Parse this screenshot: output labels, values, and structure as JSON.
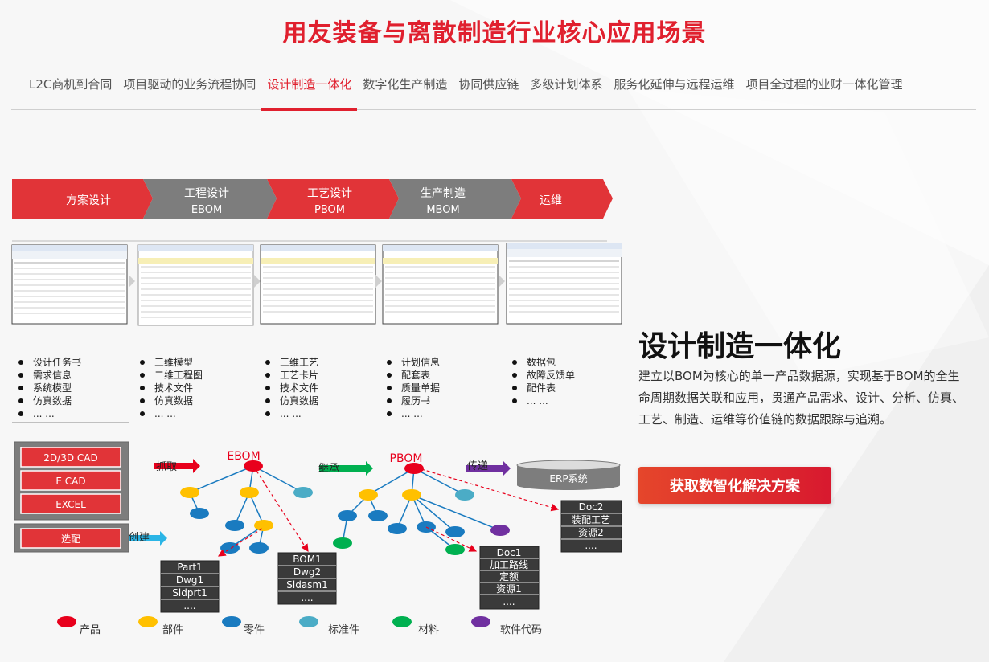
{
  "page_title": "用友装备与离散制造行业核心应用场景",
  "tabs": [
    {
      "label": "L2C商机到合同",
      "active": false
    },
    {
      "label": "项目驱动的业务流程协同",
      "active": false
    },
    {
      "label": "设计制造一体化",
      "active": true
    },
    {
      "label": "数字化生产制造",
      "active": false
    },
    {
      "label": "协同供应链",
      "active": false
    },
    {
      "label": "多级计划体系",
      "active": false
    },
    {
      "label": "服务化延伸与远程运维",
      "active": false
    },
    {
      "label": "项目全过程的业财一体化管理",
      "active": false
    }
  ],
  "colors": {
    "accent": "#e0202e",
    "stage_red": "#e13438",
    "stage_gray": "#7d7d7d"
  },
  "diagram": {
    "stages": [
      {
        "line1": "方案设计",
        "line2": "",
        "color": "red"
      },
      {
        "line1": "工程设计",
        "line2": "EBOM",
        "color": "gray"
      },
      {
        "line1": "工艺设计",
        "line2": "PBOM",
        "color": "red"
      },
      {
        "line1": "生产制造",
        "line2": "MBOM",
        "color": "gray"
      },
      {
        "line1": "运维",
        "line2": "",
        "color": "red"
      }
    ],
    "bullet_groups": [
      [
        "设计任务书",
        "需求信息",
        "系统模型",
        "仿真数据",
        "... ..."
      ],
      [
        "三维模型",
        "二维工程图",
        "技术文件",
        "仿真数据",
        "... ..."
      ],
      [
        "三维工艺",
        "工艺卡片",
        "技术文件",
        "仿真数据",
        "... ..."
      ],
      [
        "计划信息",
        "配套表",
        "质量单据",
        "履历书",
        "... ..."
      ],
      [
        "数据包",
        "故障反馈单",
        "配件表",
        "... ..."
      ]
    ],
    "tools": [
      "2D/3D CAD",
      "E CAD",
      "EXCEL"
    ],
    "tool_select": "选配",
    "arrow_labels": {
      "grab": "抓取",
      "inherit": "继承",
      "transfer": "传递",
      "create": "创建"
    },
    "ebom_label": "EBOM",
    "pbom_label": "PBOM",
    "erp_label": "ERP系统",
    "doc_boxes": {
      "part": [
        "Part1",
        "Dwg1",
        "Sldprt1",
        "...."
      ],
      "bom": [
        "BOM1",
        "Dwg2",
        "Sldasm1",
        "...."
      ],
      "doc1": [
        "Doc1",
        "加工路线",
        "定额",
        "资源1",
        "...."
      ],
      "doc2": [
        "Doc2",
        "装配工艺",
        "资源2",
        "...."
      ]
    },
    "legend": [
      {
        "label": "产品",
        "color": "#e8001c"
      },
      {
        "label": "部件",
        "color": "#ffc000"
      },
      {
        "label": "零件",
        "color": "#1a7bc0"
      },
      {
        "label": "标准件",
        "color": "#4bacc6"
      },
      {
        "label": "材料",
        "color": "#00b050"
      },
      {
        "label": "软件代码",
        "color": "#7030a0"
      }
    ]
  },
  "sidebar": {
    "heading": "设计制造一体化",
    "description": "建立以BOM为核心的单一产品数据源，实现基于BOM的全生命周期数据关联和应用，贯通产品需求、设计、分析、仿真、 工艺、制造、运维等价值链的数据跟踪与追溯。",
    "cta_label": "获取数智化解决方案"
  }
}
